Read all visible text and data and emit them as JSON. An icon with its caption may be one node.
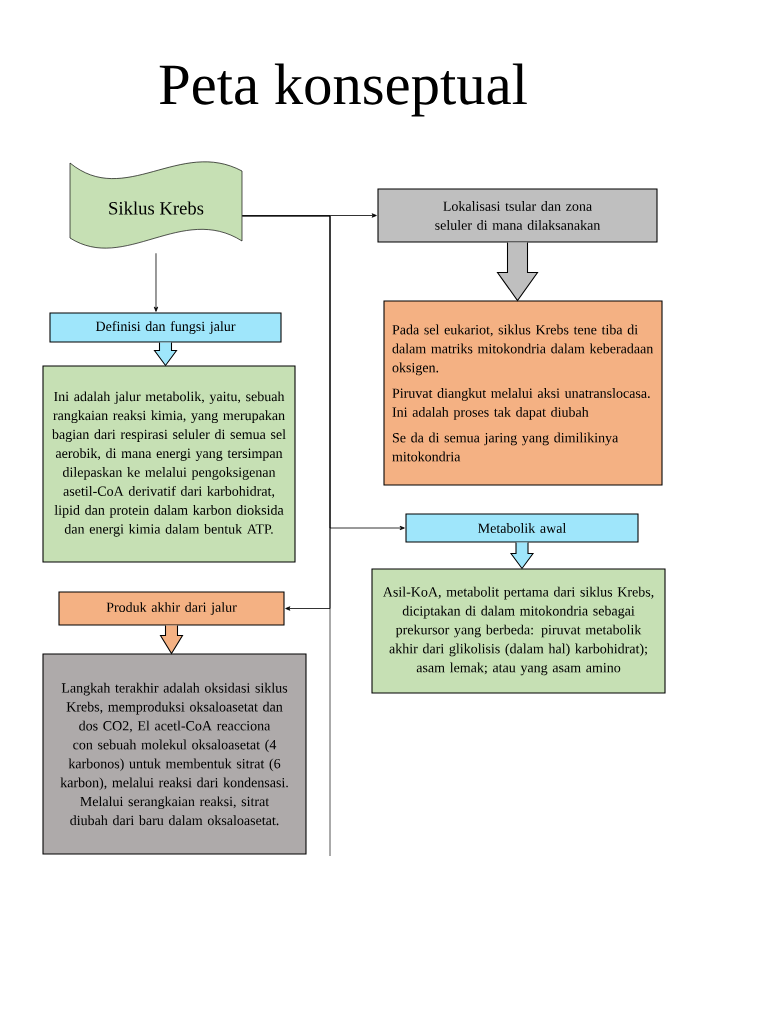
{
  "diagram": {
    "title": "Peta konseptual",
    "nodes": [
      {
        "text": [
          "Siklus Krebs"
        ]
      },
      {
        "text": [
          "Definisi dan fungsi jalur"
        ]
      },
      {
        "text": [
          "Ini adalah jalur metabolik, yaitu, sebuah rangkaian reaksi kimia, yang merupakan bagian dari respirasi seluler di semua sel aerobik, di mana energi yang tersimpan dilepaskan ke melalui pengoksigenan asetil-CoA derivatif dari karbohidrat, lipid dan protein dalam karbon dioksida dan energi kimia dalam bentuk ATP."
        ]
      },
      {
        "text": [
          "Lokalisasi tsular dan zona seluler di mana dilaksanakan"
        ]
      },
      {
        "text": [
          "Pada sel eukariot, siklus Krebs tene tiba di dalam matriks mitokondria dalam keberadaan oksigen.",
          "Piruvat diangkut melalui aksi unatranslocasa. Ini adalah proses tak dapat diubah",
          "Se da di semua jaring yang dimilikinya mitokondria"
        ]
      },
      {
        "text": [
          "Metabolik awal"
        ]
      },
      {
        "text": [
          "Asil-KoA, metabolit pertama dari siklus Krebs, diciptakan di dalam mitokondria sebagai prekursor yang berbeda: piruvat metabolik akhir dari glikolisis (dalam hal) karbohidrat); asam lemak; atau yang asam amino"
        ]
      },
      {
        "text": [
          "Produk akhir dari jalur"
        ]
      },
      {
        "text": [
          "Langkah terakhir adalah oksidasi siklus Krebs, memproduksi oksaloasetat dan dos CO2, El acetl-CoA reacciona con sebuah molekul oksaloasetat (4 karbonos) untuk membentuk sitrat (6 karbon), melalui reaksi dari kondensasi. Melalui serangkaian reaksi, sitrat diubah dari baru dalam oksaloasetat."
        ]
      }
    ],
    "edges": [
      {
        "from": 0,
        "to": 1,
        "arrow": "to"
      },
      {
        "from": 1,
        "to": 2,
        "arrow": "to"
      },
      {
        "from": 0,
        "to": 3,
        "arrow": "to"
      },
      {
        "from": 3,
        "to": 4,
        "arrow": "to"
      },
      {
        "from": 0,
        "to": 5,
        "arrow": "to"
      },
      {
        "from": 5,
        "to": 6,
        "arrow": "to"
      },
      {
        "from": 0,
        "to": 7,
        "arrow": "to"
      },
      {
        "from": 7,
        "to": 8,
        "arrow": "to"
      }
    ]
  }
}
